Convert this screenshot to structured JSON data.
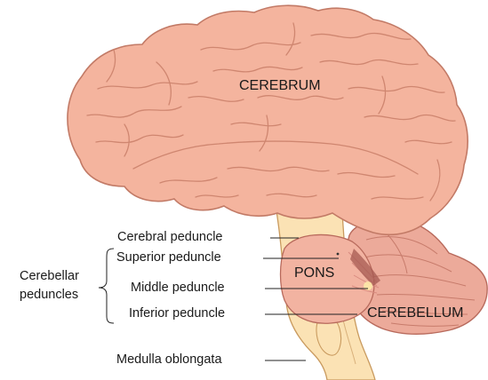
{
  "labels": {
    "cerebrum": "CEREBRUM",
    "pons": "PONS",
    "cerebellum": "CEREBELLUM",
    "cerebral_peduncle": "Cerebral peduncle",
    "superior_peduncle": "Superior peduncle",
    "middle_peduncle": "Middle peduncle",
    "inferior_peduncle": "Inferior peduncle",
    "medulla_oblongata": "Medulla oblongata",
    "group_line1": "Cerebellar",
    "group_line2": "peduncles"
  },
  "colors": {
    "cerebrum_fill": "#f4b49e",
    "cerebrum_outline": "#c27a66",
    "brainstem_fill": "#fbe2b4",
    "cerebellum_fill": "#ecaa9a",
    "peduncle_tint": "#e08e86"
  }
}
